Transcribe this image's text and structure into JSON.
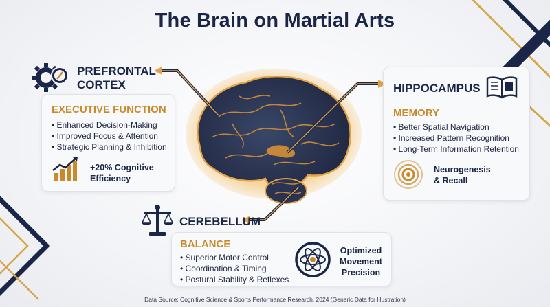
{
  "title": "The Brain on Martial Arts",
  "prefrontal": {
    "name_line1": "PREFRONTAL",
    "name_line2": "CORTEX",
    "heading": "EXECUTIVE FUNCTION",
    "items": [
      "Enhanced Decision-Making",
      "Improved Focus & Attention",
      "Strategic Planning & Inhibition"
    ],
    "stat_line1": "+20% Cognitive",
    "stat_line2": "Efficiency",
    "icon": "gear-compass-icon",
    "stat_icon": "bar-chart-arrow-icon"
  },
  "hippocampus": {
    "name": "HIPPOCAMPUS",
    "heading": "MEMORY",
    "items": [
      "Better Spatial Navigation",
      "Increased Pattern Recognition",
      "Long-Term Information Retention"
    ],
    "stat_line1": "Neurogenesis",
    "stat_line2": "& Recall",
    "icon": "open-book-icon",
    "stat_icon": "concentric-rings-icon"
  },
  "cerebellum": {
    "name": "CEREBELLUM",
    "heading": "BALANCE",
    "items": [
      "Superior Motor Control",
      "Coordination & Timing",
      "Postural Stability & Reflexes"
    ],
    "stat_line1": "Optimized",
    "stat_line2": "Movement",
    "stat_line3": "Precision",
    "icon": "balance-scale-icon",
    "stat_icon": "atom-icon"
  },
  "source": "Data Source: Cognitive Science & Sports Performance Research, 2024 (Generic Data for Illustration)",
  "colors": {
    "navy": "#1b2548",
    "gold": "#c98a2b"
  }
}
